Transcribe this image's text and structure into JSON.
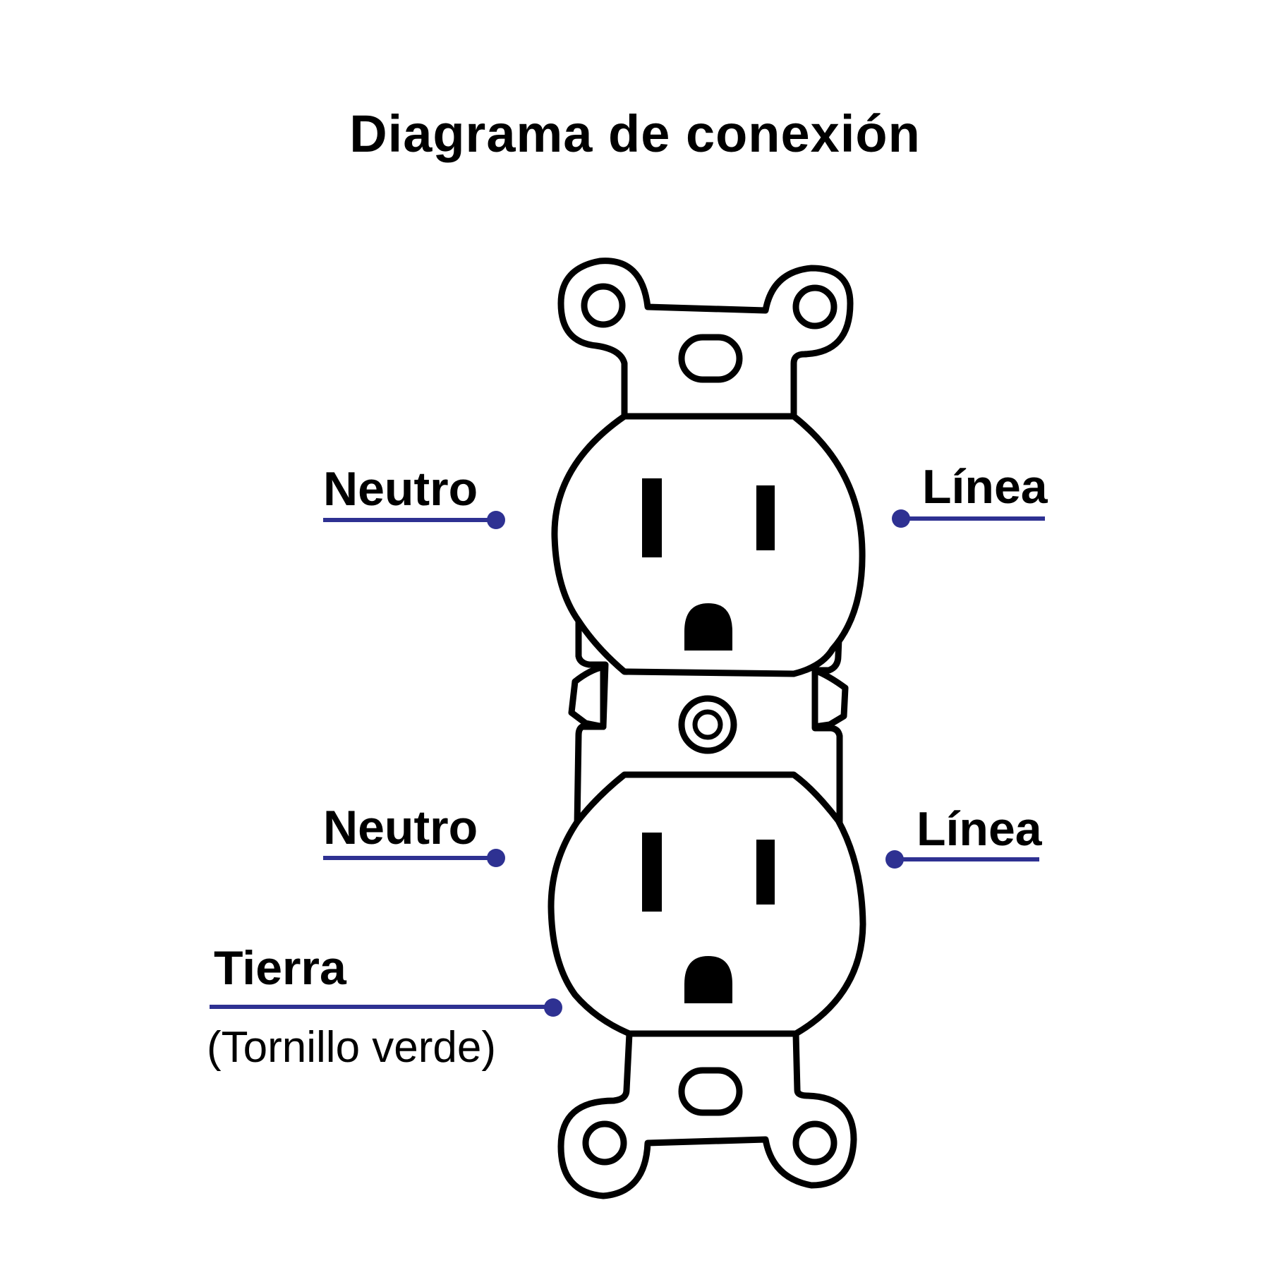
{
  "title": "Diagrama de conexión",
  "labels": {
    "top_left": "Neutro",
    "top_right": "Línea",
    "bottom_left": "Neutro",
    "bottom_right": "Línea",
    "ground": "Tierra",
    "ground_note": "(Tornillo verde)"
  },
  "colors": {
    "leader_line": "#2e3192",
    "outline": "#000000",
    "background": "#ffffff"
  }
}
